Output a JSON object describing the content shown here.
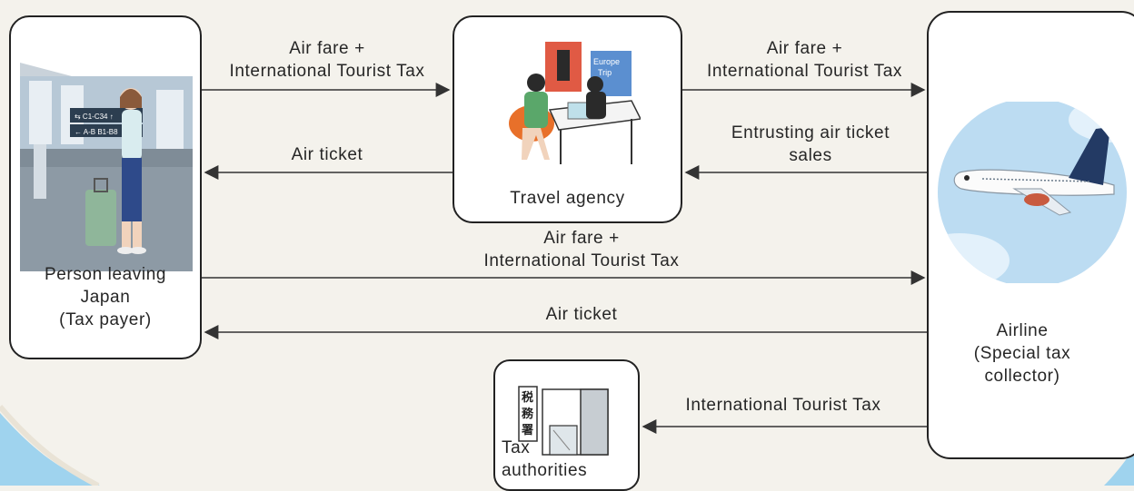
{
  "nodes": {
    "person": "Person leaving\nJapan\n(Tax payer)",
    "agency": "Travel agency",
    "airline": "Airline\n(Special tax\ncollector)",
    "tax": "Tax\nauthorities"
  },
  "flows": {
    "person_to_agency": "Air fare +\nInternational Tourist Tax",
    "agency_to_person": "Air ticket",
    "agency_to_airline": "Air fare +\nInternational Tourist Tax",
    "airline_to_agency": "Entrusting air ticket\nsales",
    "person_to_airline": "Air fare +\nInternational Tourist Tax",
    "airline_to_person": "Air ticket",
    "airline_to_tax": "International Tourist Tax"
  },
  "illustration_text": {
    "tax_office_sign": "税務署",
    "poster": "Europe Trip",
    "gate_signs": [
      "C1-C34",
      "B1-B8",
      "A-B"
    ]
  },
  "colors": {
    "sky": "#bcdcf2",
    "plane_tail": "#233a64",
    "swoosh": "#9fd3ee"
  }
}
